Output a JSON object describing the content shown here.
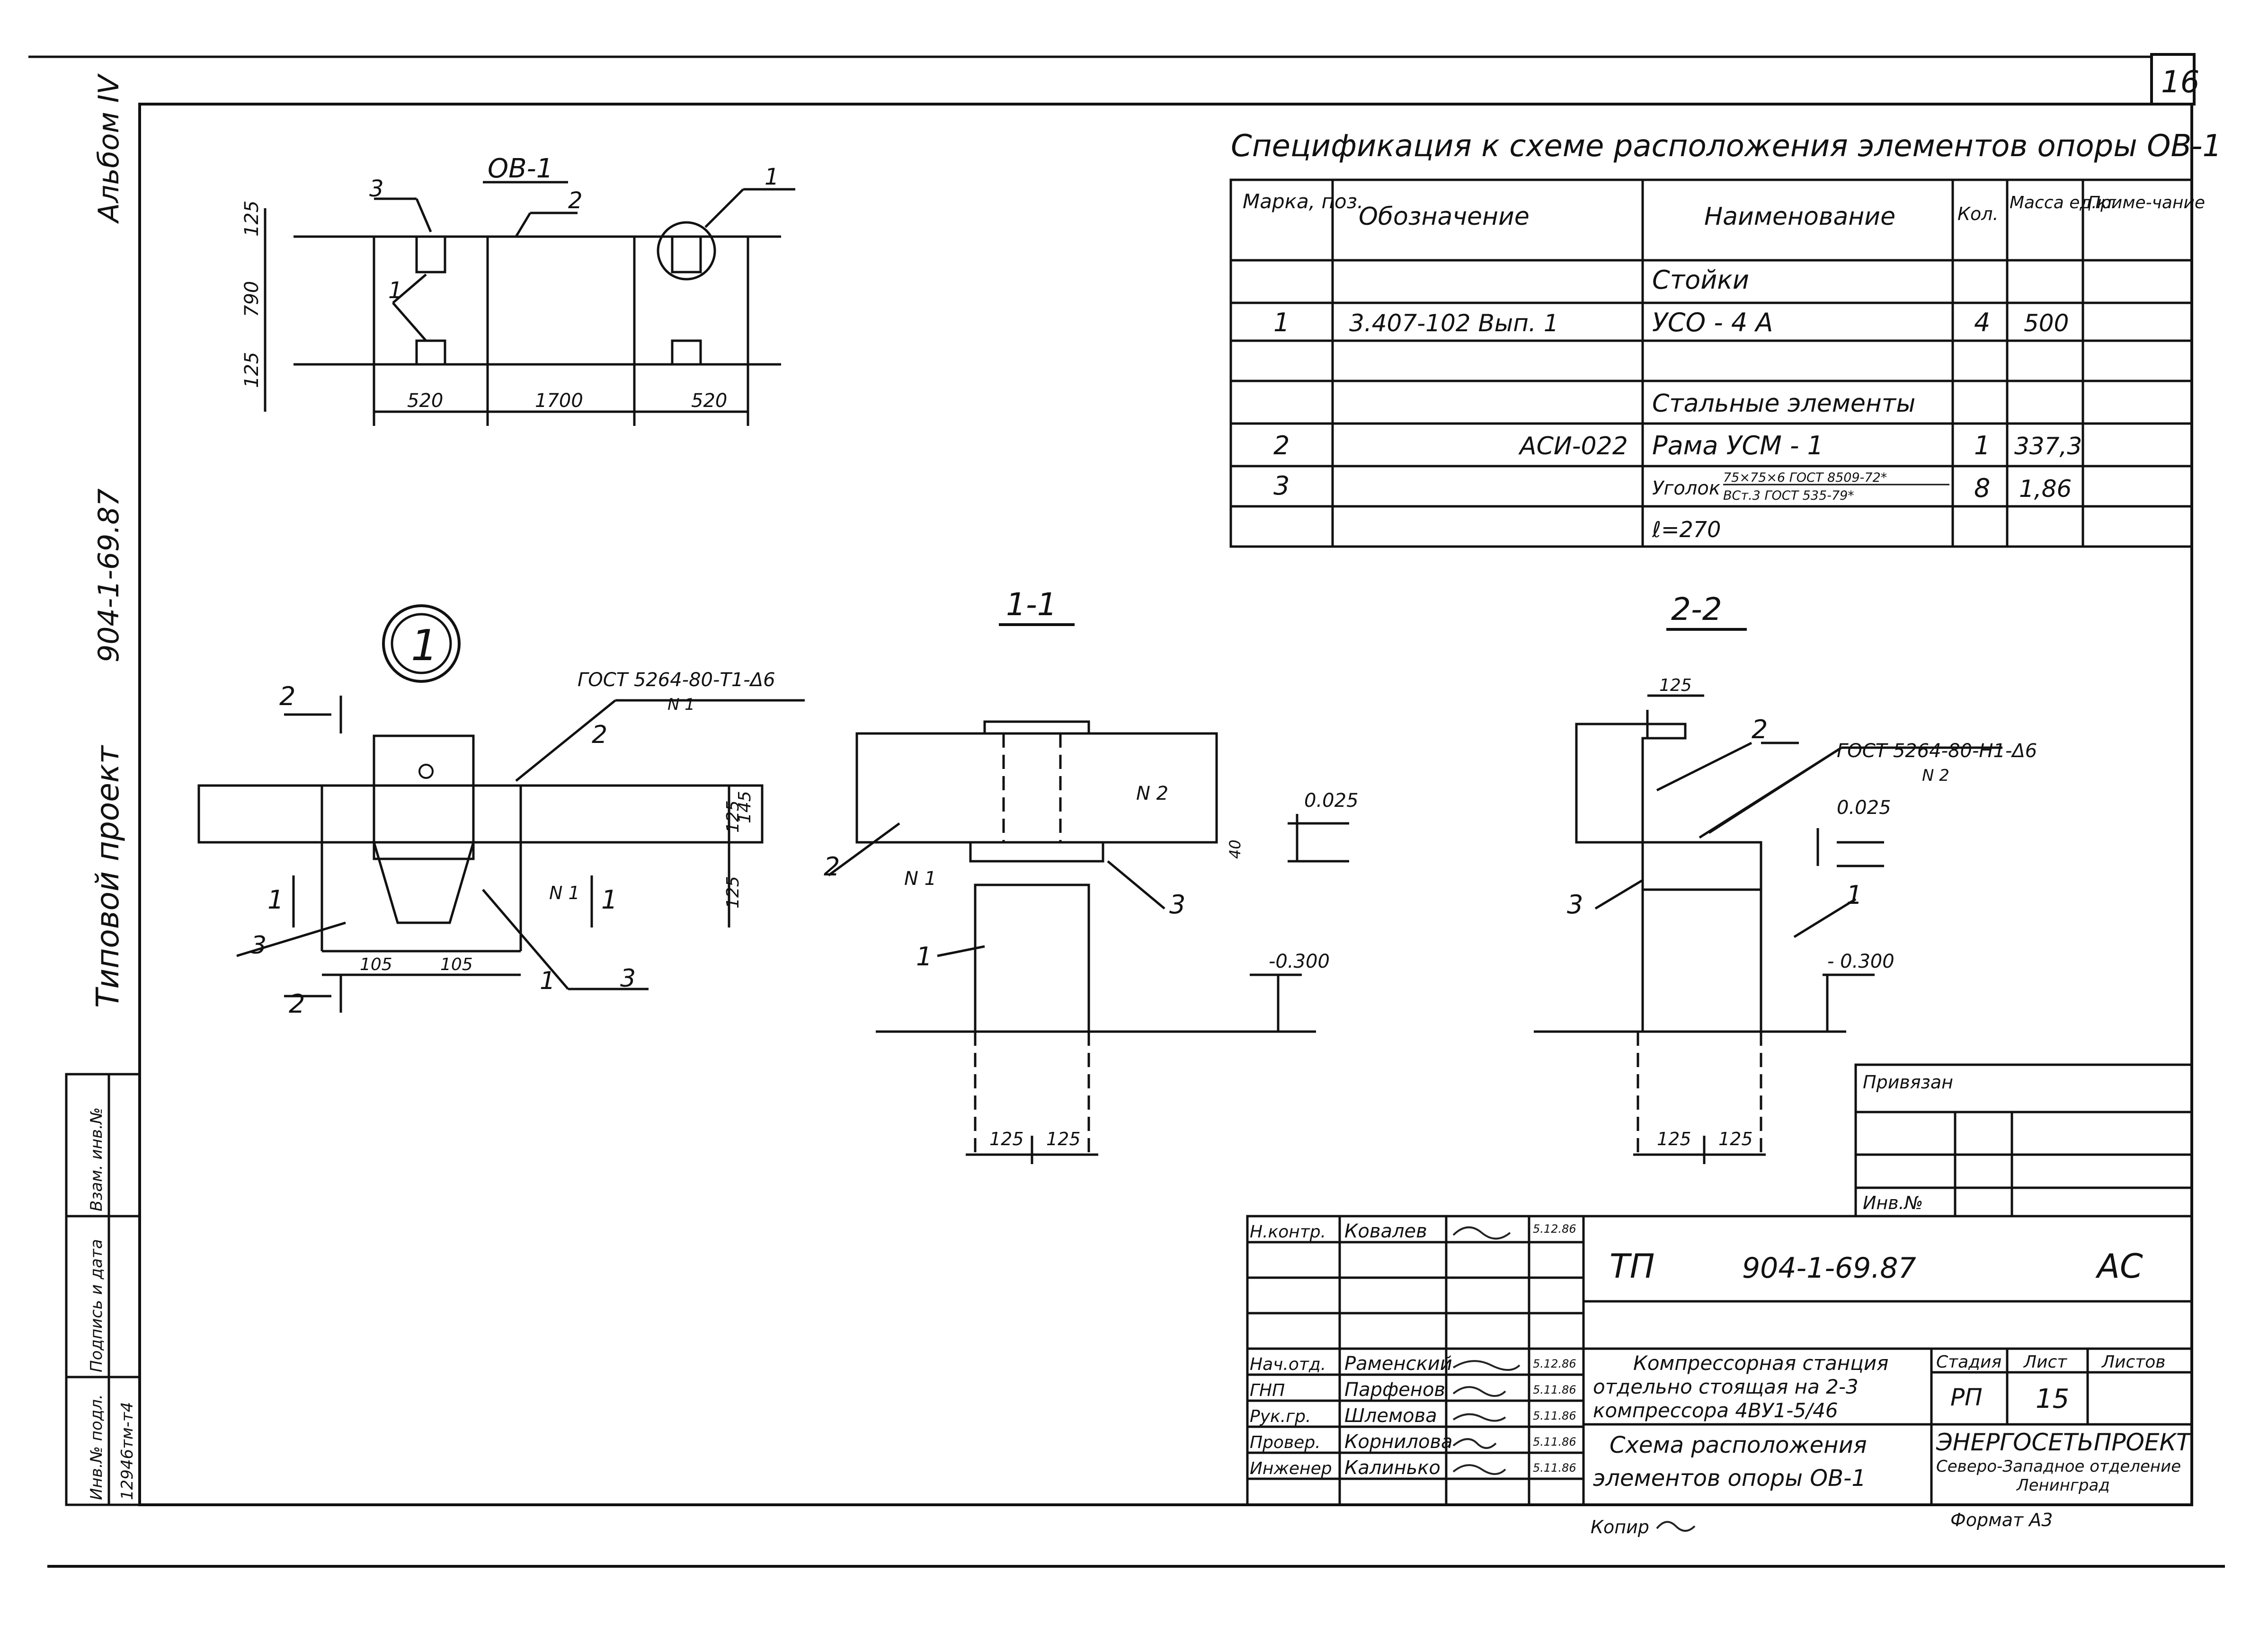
{
  "sheet_number": "16",
  "side_labels": {
    "album": "Альбом IV",
    "project_code": "904-1-69.87",
    "typical_project": "Типовой проект"
  },
  "left_stamp": {
    "inv_orig": "Инв.№ подл.",
    "sign_date": "Подпись и дата",
    "replace_inv": "Взам. инв.№",
    "inv_value": "12946тм-т4"
  },
  "plan": {
    "title": "ОВ-1",
    "callouts": [
      "3",
      "2",
      "1",
      "1"
    ],
    "dims_vertical": [
      "125",
      "790",
      "125"
    ],
    "dims_horizontal": [
      "520",
      "1700",
      "520"
    ]
  },
  "spec": {
    "title": "Спецификация к схеме расположения элементов опоры ОВ-1",
    "headers": [
      "Марка, поз.",
      "Обозначение",
      "Наименование",
      "Кол.",
      "Масса ед.кг",
      "Приме-чание"
    ],
    "rows": [
      {
        "mark": "",
        "designation": "",
        "name": "Стойки",
        "qty": "",
        "mass": "",
        "note": ""
      },
      {
        "mark": "1",
        "designation": "3.407-102    Вып. 1",
        "name": "УСО - 4 А",
        "qty": "4",
        "mass": "500",
        "note": ""
      },
      {
        "mark": "",
        "designation": "",
        "name": "",
        "qty": "",
        "mass": "",
        "note": ""
      },
      {
        "mark": "",
        "designation": "",
        "name": "Стальные элементы",
        "qty": "",
        "mass": "",
        "note": ""
      },
      {
        "mark": "2",
        "designation": "АСИ-022",
        "name": "Рама  УСМ - 1",
        "qty": "1",
        "mass": "337,3",
        "note": ""
      },
      {
        "mark": "3",
        "designation": "",
        "name": "Уголок",
        "qty": "8",
        "mass": "1,86",
        "note": ""
      },
      {
        "mark": "",
        "designation": "",
        "name": "ℓ=270",
        "qty": "",
        "mass": "",
        "note": ""
      }
    ],
    "angle_top": "75×75×6 ГОСТ 8509-72*",
    "angle_bottom": "ВСт.3 ГОСТ 535-79*"
  },
  "node1": {
    "marker": "1",
    "weld": "ГОСТ 5264-80-Т1-Δ6",
    "weld_n": "N 1",
    "section_marks": [
      "2",
      "2",
      "1",
      "1"
    ],
    "callouts": [
      "2",
      "3",
      "1",
      "3",
      "N 1"
    ],
    "dims": [
      "105",
      "105",
      "125",
      "145",
      "125"
    ]
  },
  "section11": {
    "title": "1-1",
    "callouts": [
      "N 2",
      "N 1",
      "2",
      "3",
      "1"
    ],
    "levels": [
      "0.025",
      "-0.300"
    ],
    "dims": [
      "40",
      "125",
      "125"
    ]
  },
  "section22": {
    "title": "2-2",
    "weld": "ГОСТ 5264-80-Н1-Δ6",
    "weld_n": "N 2",
    "callouts": [
      "2",
      "3",
      "1"
    ],
    "levels": [
      "0.025",
      "- 0.300"
    ],
    "dims": [
      "125",
      "125",
      "125"
    ]
  },
  "binding": {
    "label": "Привязан",
    "inv": "Инв.№"
  },
  "title_block": {
    "signers": [
      {
        "role": "Н.контр.",
        "name": "Ковалев",
        "date": "5.12.86"
      },
      {
        "role": "",
        "name": "",
        "date": ""
      },
      {
        "role": "",
        "name": "",
        "date": ""
      },
      {
        "role": "",
        "name": "",
        "date": ""
      },
      {
        "role": "Нач.отд.",
        "name": "Раменский",
        "date": "5.12.86"
      },
      {
        "role": "ГНП",
        "name": "Парфенов",
        "date": "5.11.86"
      },
      {
        "role": "Рук.гр.",
        "name": "Шлемова",
        "date": "5.11.86"
      },
      {
        "role": "Провер.",
        "name": "Корнилова",
        "date": "5.11.86"
      },
      {
        "role": "Инженер",
        "name": "Калинько",
        "date": "5.11.86"
      }
    ],
    "code_prefix": "ТП",
    "code": "904-1-69.87",
    "code_suffix": "АС",
    "object_line1": "Компрессорная станция",
    "object_line2": "отдельно стоящая на 2-3",
    "object_line3": "компрессора 4ВУ1-5/46",
    "sheet_title_line1": "Схема расположения",
    "sheet_title_line2": "элементов опоры ОВ-1",
    "stage_label": "Стадия",
    "sheet_label": "Лист",
    "sheets_label": "Листов",
    "stage": "РП",
    "sheet": "15",
    "sheets": "",
    "org1": "ЭНЕРГОСЕТЬПРОЕКТ",
    "org2": "Северо-Западное отделение",
    "org3": "Ленинград"
  },
  "footer": {
    "copied": "Копир",
    "format": "Формат А3"
  }
}
